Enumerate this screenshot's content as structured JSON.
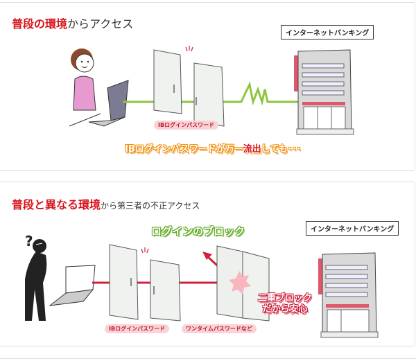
{
  "section1": {
    "title_red": "普段の環境",
    "title_gray": "からアクセス",
    "bank_label": "インターネットバンキング",
    "password_label": "IBログインパスワード",
    "caption_a": "IBログインパスワードが万一",
    "caption_highlight": "流出",
    "caption_b": "しても･･･"
  },
  "section2": {
    "title_red": "普段と異なる環境",
    "title_gray": "から第三者の不正アクセス",
    "bank_label": "インターネットバンキング",
    "block_label": "ログインのブロック",
    "double_block_line1": "二重ブロック",
    "double_block_line2": "だから安心",
    "password_label": "IBログインパスワード",
    "onetime_label": "ワンタイムパスワードなど",
    "question_mark": "?"
  },
  "colors": {
    "accent_red": "#d8121a",
    "line_green": "#8cc63f",
    "line_red": "#d0213a",
    "orange": "#f08c00"
  }
}
